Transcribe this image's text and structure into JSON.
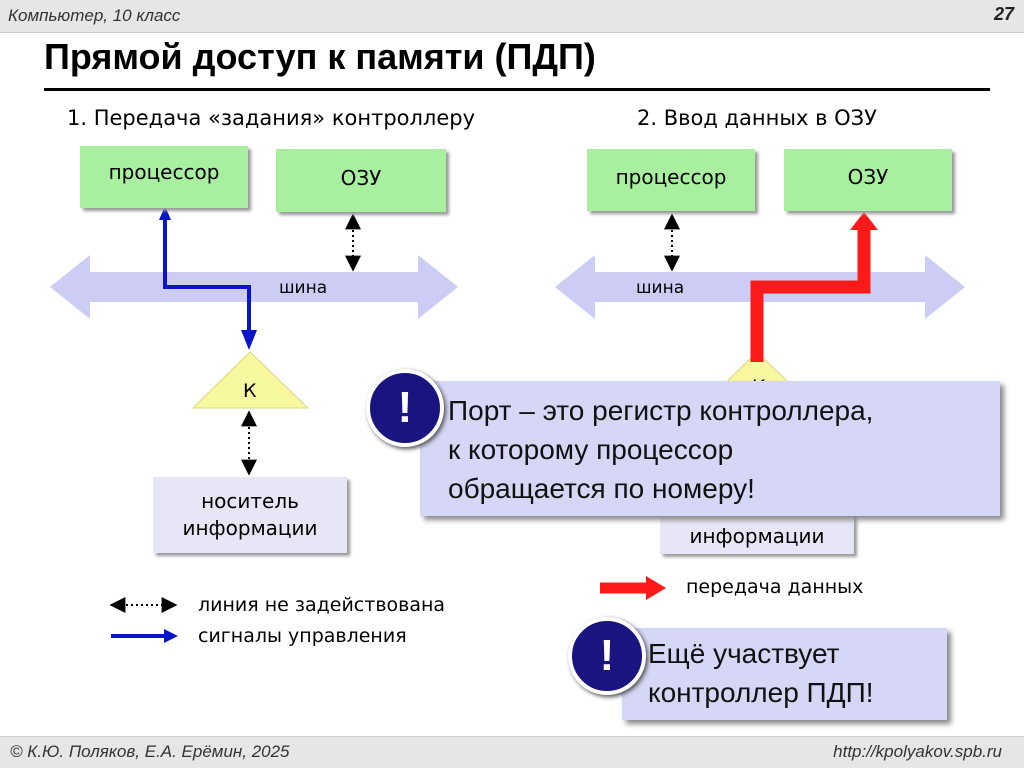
{
  "header": {
    "course": "Компьютер, 10 класс",
    "page_number": "27"
  },
  "title": "Прямой доступ к памяти (ПДП)",
  "left": {
    "heading": "1. Передача «задания» контроллеру",
    "cpu": "процессор",
    "ram": "ОЗУ",
    "bus": "шина",
    "controller": "К",
    "storage_line1": "носитель",
    "storage_line2": "информации"
  },
  "right": {
    "heading": "2. Ввод данных в ОЗУ",
    "cpu": "процессор",
    "ram": "ОЗУ",
    "bus": "шина",
    "controller": "К",
    "storage_line2": "информации"
  },
  "legend": {
    "unused": "линия не задействована",
    "control": "сигналы управления",
    "data": "передача данных"
  },
  "callouts": {
    "port_line1": "Порт – это регистр контроллера,",
    "port_line2": "к которому процессор",
    "port_line3": "обращается по номеру!",
    "dma_line1": "Ещё участвует",
    "dma_line2": "контроллер ПДП!",
    "mark": "!"
  },
  "footer": {
    "authors": "© К.Ю. Поляков, Е.А. Ерёмин, 2025",
    "url": "http://kpolyakov.spb.ru"
  },
  "colors": {
    "box_green": "#a8f0a0",
    "bus": "#ccccf4",
    "control_signal": "#0a14c8",
    "data_transfer": "#ff1a1a",
    "controller": "#f8f8a0",
    "callout": "#d6d6f6",
    "exclamation": "#1a1480"
  }
}
